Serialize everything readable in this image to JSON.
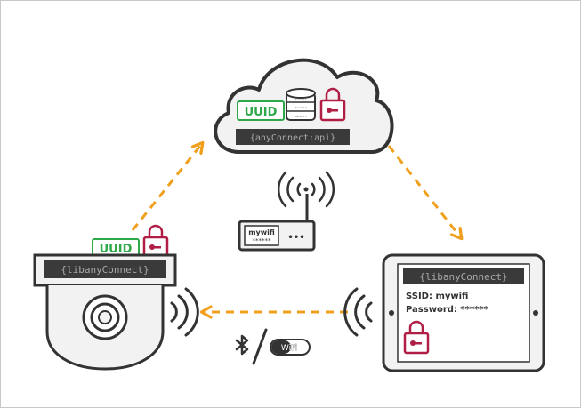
{
  "cloud": {
    "uuid_label": "UUID",
    "api_label": "{anyConnect:api}",
    "db_row_labels": [
      "Record 1",
      "Record 2",
      "Record 3"
    ]
  },
  "router": {
    "ssid": "mywifi",
    "password_mask": "******",
    "dots": "•••"
  },
  "camera": {
    "uuid_label": "UUID",
    "lib_label": "{libanyConnect}"
  },
  "tablet": {
    "lib_label": "{libanyConnect}",
    "ssid_line": "SSID: mywifi",
    "password_line": "Password: ******"
  },
  "transport": {
    "wifi_text": "WiFi"
  },
  "colors": {
    "arrow": "#f0a01e",
    "uuid_green": "#2ea84a",
    "lock_red": "#b01e46",
    "dark": "#333333",
    "device_bg": "#f2f2f2",
    "label_bg": "#3a3a3a",
    "label_text": "#9a9a9a"
  }
}
